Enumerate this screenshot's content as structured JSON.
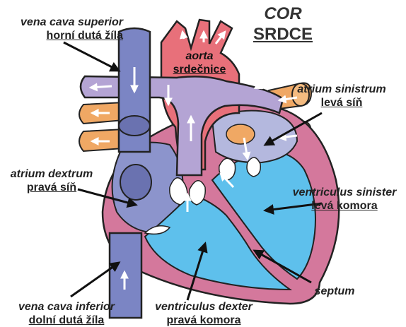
{
  "title": {
    "latin": "COR",
    "czech": "SRDCE"
  },
  "labels": {
    "vena_cava_superior": {
      "latin": "vena cava superior",
      "czech": "horní dutá žíla"
    },
    "aorta": {
      "latin": "aorta",
      "czech": "srdečnice"
    },
    "atrium_sinistrum": {
      "latin": "atrium sinistrum",
      "czech": "levá síň"
    },
    "atrium_dextrum": {
      "latin": "atrium dextrum",
      "czech": "pravá síň"
    },
    "ventriculus_sinister": {
      "latin": "ventriculus sinister",
      "czech": "levá komora"
    },
    "septum": {
      "latin": "septum"
    },
    "vena_cava_inferior": {
      "latin": "vena cava inferior",
      "czech": "dolní dutá žíla"
    },
    "ventriculus_dexter": {
      "latin": "ventriculus dexter",
      "czech": "pravá komora"
    }
  },
  "colors": {
    "vena_cava": "#7b85c4",
    "pulmonary_artery": "#b4a4d4",
    "aorta": "#e8707a",
    "pulmonary_veins": "#f0a864",
    "ventricle_blood": "#5ec0ec",
    "myocardium": "#d4789c",
    "right_atrium": "#8c94cc",
    "left_atrium": "#b4b8de",
    "valve": "#ffffff"
  }
}
